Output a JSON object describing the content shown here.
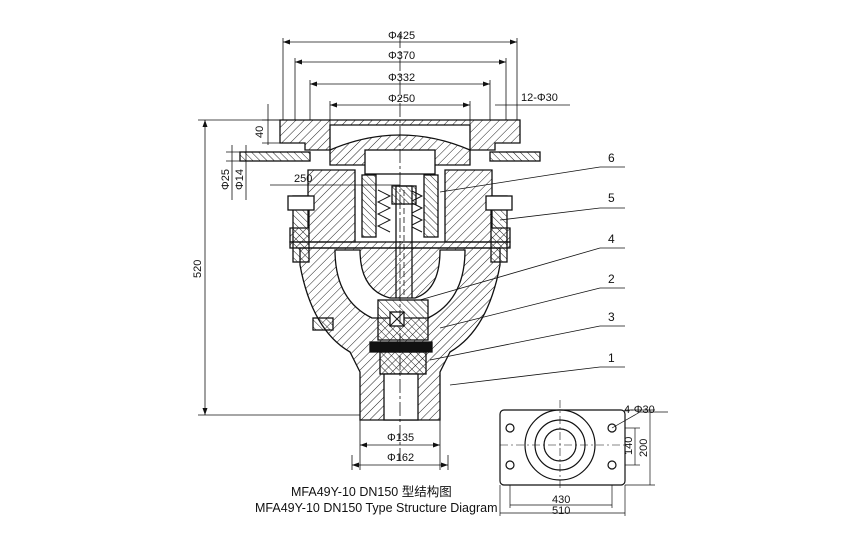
{
  "dimensions": {
    "phi425": "Φ425",
    "phi370": "Φ370",
    "phi332": "Φ332",
    "phi250": "Φ250",
    "holes_top": "12-Φ30",
    "height40": "40",
    "dim250": "250",
    "phi25": "Φ25",
    "phi14": "Φ14",
    "height520": "520",
    "phi135": "Φ135",
    "phi162": "Φ162",
    "holes_base": "4-Φ30",
    "dim140": "140",
    "dim200": "200",
    "dim430": "430",
    "dim510": "510"
  },
  "callouts": [
    "6",
    "5",
    "4",
    "2",
    "3",
    "1"
  ],
  "caption": {
    "line1": "MFA49Y-10 DN150 型结构图",
    "line2": "MFA49Y-10 DN150 Type Structure Diagram"
  }
}
